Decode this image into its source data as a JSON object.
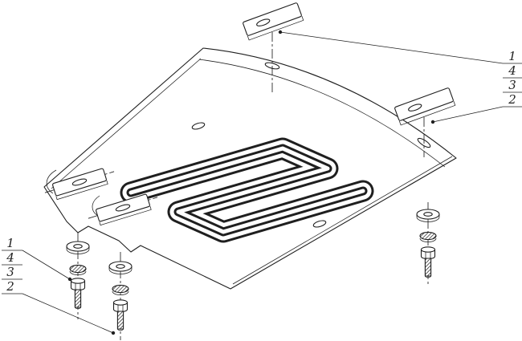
{
  "diagram": {
    "background_color": "#ffffff",
    "line_color": "#1f1f1f"
  },
  "callouts": {
    "right": {
      "items": [
        "1",
        "4",
        "3",
        "2"
      ]
    },
    "left": {
      "items": [
        "1",
        "4",
        "3",
        "2"
      ]
    }
  }
}
